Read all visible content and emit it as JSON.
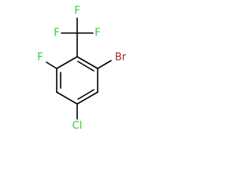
{
  "molecule": {
    "atoms": {
      "f_top_left": {
        "label": "F",
        "color": "#33cc33"
      },
      "f_top_center": {
        "label": "F",
        "color": "#33cc33"
      },
      "f_top_right": {
        "label": "F",
        "color": "#33cc33"
      },
      "f_ring": {
        "label": "F",
        "color": "#33cc33"
      },
      "br": {
        "label": "Br",
        "color": "#a52a2a"
      },
      "cl": {
        "label": "Cl",
        "color": "#33cc33"
      }
    },
    "bond_color": "#000000"
  }
}
